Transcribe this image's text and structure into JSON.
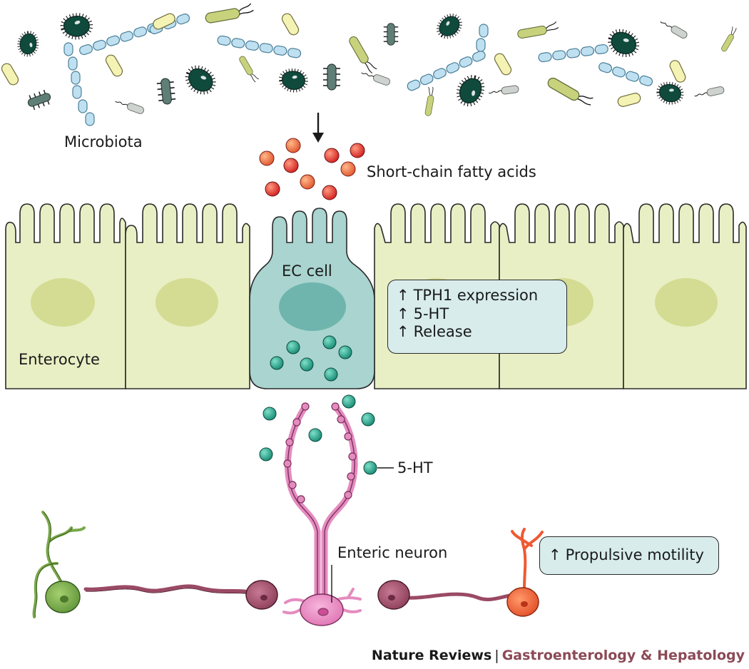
{
  "labels": {
    "microbiota": "Microbiota",
    "scfa": "Short-chain fatty acids",
    "ec_cell": "EC cell",
    "enterocyte": "Enterocyte",
    "serotonin": "5-HT",
    "enteric_neuron": "Enteric neuron"
  },
  "effects_box": {
    "arrow": "↑",
    "lines": [
      "TPH1 expression",
      "5-HT",
      "Release"
    ]
  },
  "motility_box": {
    "arrow": "↑",
    "text": "Propulsive motility"
  },
  "credit": {
    "journal": "Nature Reviews",
    "separator": "|",
    "section": "Gastroenterology & Hepatology"
  },
  "colors": {
    "enterocyte_fill": "#e9efc4",
    "enterocyte_nucleus": "#d4dc93",
    "ec_cell_fill": "#a9d4cf",
    "ec_nucleus": "#6fb5ad",
    "serotonin_granule": "#1e9a85",
    "scfa_dot": "#e23a2c",
    "neuron_pink": "#e58cbf",
    "neuron_maroon": "#9a4a65",
    "neuron_green": "#79a84a",
    "neuron_orange": "#ef5a33",
    "bacteria_dark": "#0f4a3c",
    "bacteria_blue": "#bfe0f0",
    "bacteria_yellow": "#f4f3b4",
    "bacteria_olive": "#c8d27d",
    "bacteria_grey": "#5f7f76",
    "box_fill": "#d8ecec"
  }
}
